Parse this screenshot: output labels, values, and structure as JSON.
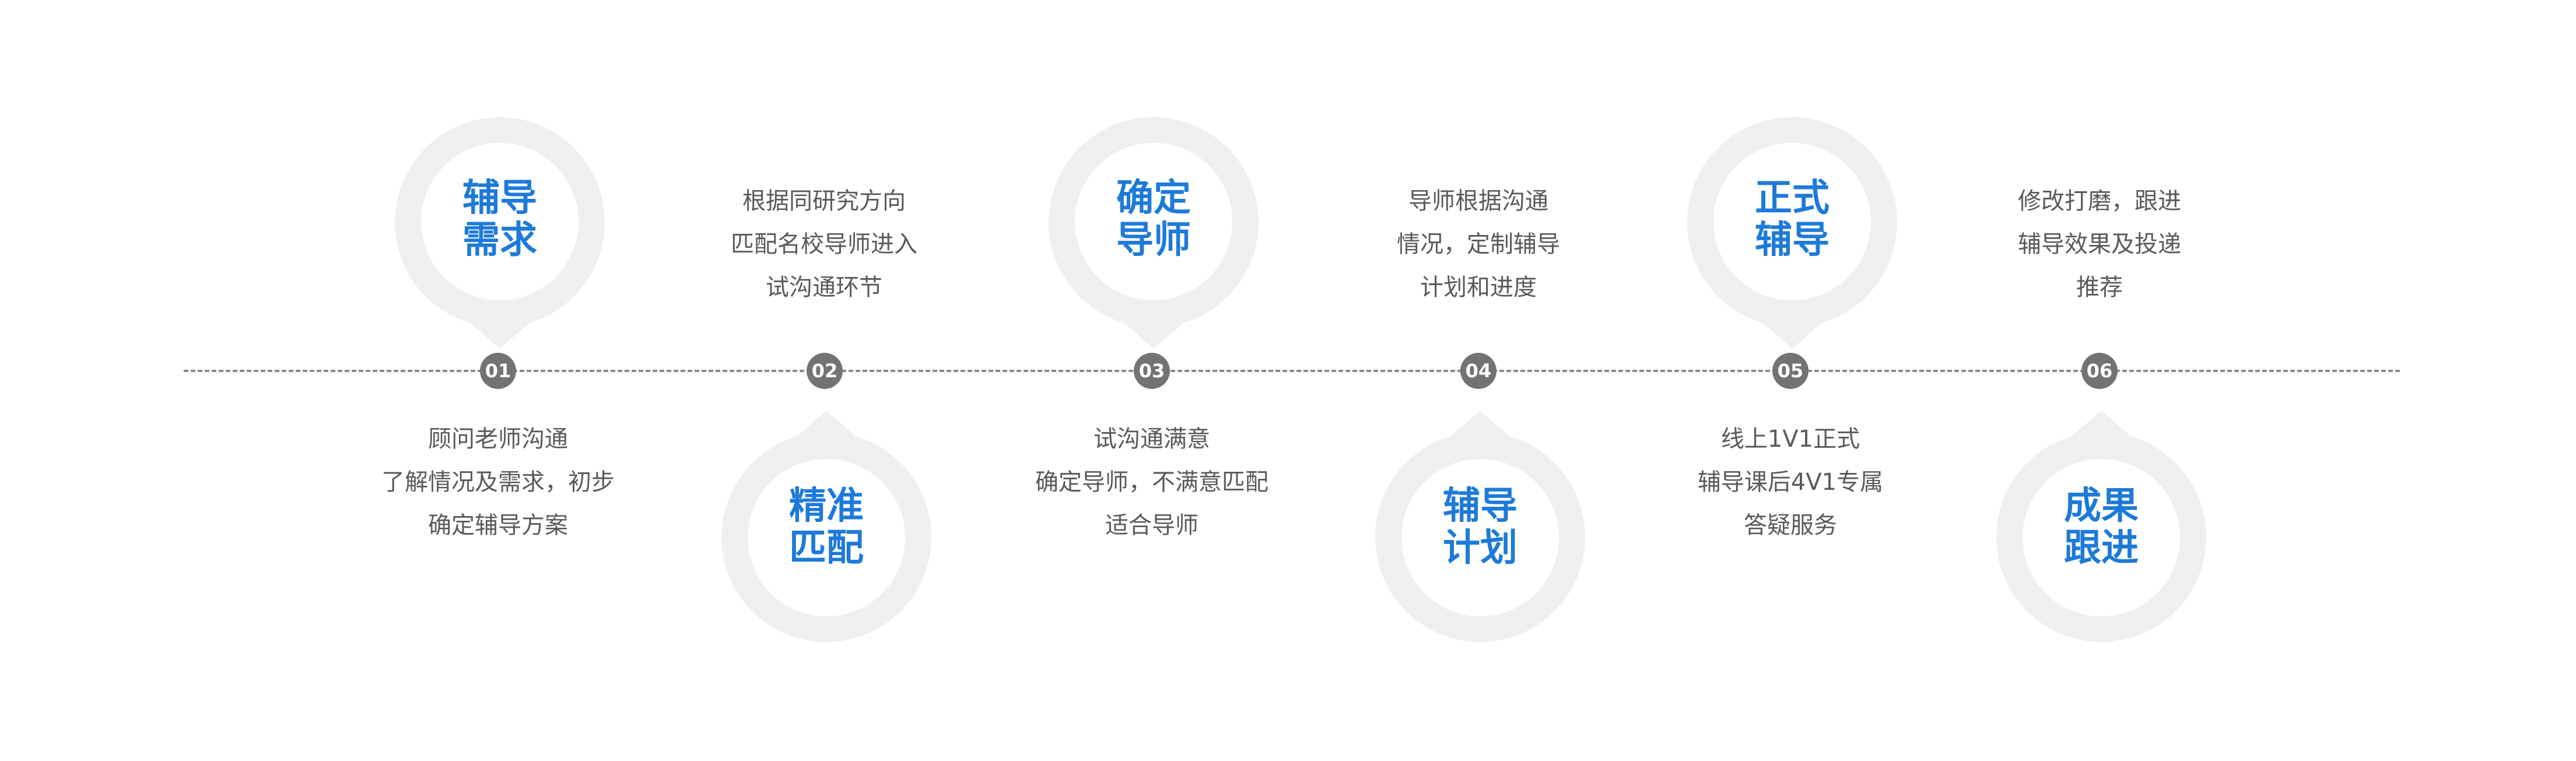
{
  "colors": {
    "title_blue": "#1d7ad8",
    "ring_gray": "#efefef",
    "dot_gray": "#737373",
    "text_gray": "#5a5a5a",
    "line_gray": "#8c8c8c"
  },
  "steps": [
    {
      "number": "01",
      "title_lines": [
        "辅导",
        "需求"
      ],
      "description_lines": [
        "顾问老师沟通",
        "了解情况及需求，初步",
        "确定辅导方案"
      ]
    },
    {
      "number": "02",
      "title_lines": [
        "精准",
        "匹配"
      ],
      "description_lines": [
        "根据同研究方向",
        "匹配名校导师进入",
        "试沟通环节"
      ]
    },
    {
      "number": "03",
      "title_lines": [
        "确定",
        "导师"
      ],
      "description_lines": [
        "试沟通满意",
        "确定导师，不满意匹配",
        "适合导师"
      ]
    },
    {
      "number": "04",
      "title_lines": [
        "辅导",
        "计划"
      ],
      "description_lines": [
        "导师根据沟通",
        "情况，定制辅导",
        "计划和进度"
      ]
    },
    {
      "number": "05",
      "title_lines": [
        "正式",
        "辅导"
      ],
      "description_lines": [
        "线上1V1正式",
        "辅导课后4V1专属",
        "答疑服务"
      ]
    },
    {
      "number": "06",
      "title_lines": [
        "成果",
        "跟进"
      ],
      "description_lines": [
        "修改打磨，跟进",
        "辅导效果及投递",
        "推荐"
      ]
    }
  ]
}
